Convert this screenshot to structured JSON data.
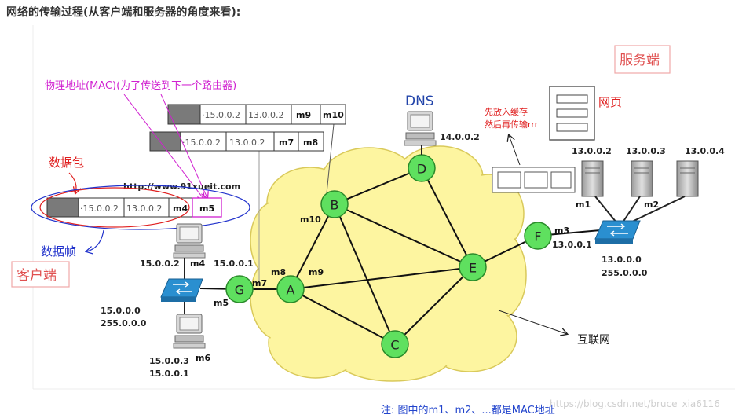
{
  "heading": "网络的传输过程(从客户端和服务器的角度来看):",
  "labels": {
    "server_side": "服务端",
    "client_side": "客户端",
    "mac_note": "物理地址(MAC)(为了传送到下一个路由器)",
    "packet": "数据包",
    "frame": "数据帧",
    "url": "http://www.91xueit.com",
    "dns": "DNS",
    "dns_ip": "14.0.0.2",
    "cache_line1": "先放入缓存",
    "cache_line2": "然后再传输rrr",
    "webpage": "网页",
    "internet": "互联网",
    "footnote": "注: 图中的m1、m2、...都是MAC地址",
    "watermark": "https://blog.csdn.net/bruce_xia6116"
  },
  "frames": [
    {
      "src": "·15.0.0.2",
      "dst": "13.0.0.2",
      "mac_a": "m9",
      "mac_b": "m10"
    },
    {
      "src": "·15.0.0.2",
      "dst": "13.0.0.2",
      "mac_a": "m7",
      "mac_b": "m8"
    },
    {
      "src": "·15.0.0.2",
      "dst": "13.0.0.2",
      "mac_a": "m4",
      "mac_b": "m5"
    }
  ],
  "routers": {
    "a": "A",
    "b": "B",
    "c": "C",
    "d": "D",
    "e": "E",
    "f": "F",
    "g": "G"
  },
  "ports": {
    "m1": "m1",
    "m2": "m2",
    "m3": "m3",
    "m4": "m4",
    "m5": "m5",
    "m6": "m6",
    "m7": "m7",
    "m8": "m8",
    "m9": "m9",
    "m10": "m10"
  },
  "client_net": {
    "pc_top_ip": "15.0.0.2",
    "gateway_ip": "15.0.0.1",
    "network": "15.0.0.0",
    "mask": "255.0.0.0",
    "pc_bottom_ip": "15.0.0.3",
    "pc_bottom_gw": "15.0.0.1"
  },
  "server_net": {
    "server1_ip": "13.0.0.2",
    "server2_ip": "13.0.0.3",
    "server3_ip": "13.0.0.4",
    "gateway_ip": "13.0.0.1",
    "network": "13.0.0.0",
    "mask": "255.0.0.0"
  },
  "colors": {
    "router_fill": "#5fe05f",
    "cloud_fill": "#fdf5a0",
    "switch_blue": "#2a8fd0",
    "red_text": "#e02020",
    "blue_text": "#2233cc",
    "magenta": "#d020d0"
  }
}
